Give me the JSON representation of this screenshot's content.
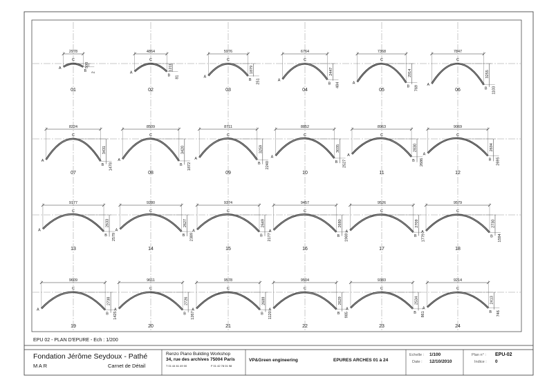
{
  "sheet_caption": "EPU 02 - PLAN D'EPURE - Ech : 1/200",
  "point_labels": {
    "a": "A",
    "b": "B",
    "c": "C"
  },
  "arches": [
    {
      "id": "01",
      "span": "2978",
      "rise": "500",
      "drop": "2"
    },
    {
      "id": "02",
      "span": "4864",
      "rise": "1211",
      "drop": "81"
    },
    {
      "id": "03",
      "span": "5976",
      "rise": "1879",
      "drop": "251"
    },
    {
      "id": "04",
      "span": "6764",
      "rise": "2447",
      "drop": "484"
    },
    {
      "id": "05",
      "span": "7368",
      "rise": "2914",
      "drop": "769"
    },
    {
      "id": "06",
      "span": "7847",
      "rise": "3255",
      "drop": "1103"
    },
    {
      "id": "07",
      "span": "8224",
      "rise": "3431",
      "drop": "1478"
    },
    {
      "id": "08",
      "span": "8509",
      "rise": "3420",
      "drop": "1872"
    },
    {
      "id": "09",
      "span": "8711",
      "rise": "3259",
      "drop": "2240"
    },
    {
      "id": "10",
      "span": "8852",
      "rise": "3035",
      "drop": "2527"
    },
    {
      "id": "11",
      "span": "8963",
      "rise": "2830",
      "drop": "2686"
    },
    {
      "id": "12",
      "span": "9069",
      "rise": "2694",
      "drop": "2695"
    },
    {
      "id": "13",
      "span": "9177",
      "rise": "2633",
      "drop": "2579"
    },
    {
      "id": "14",
      "span": "9280",
      "rise": "2627",
      "drop": "2389"
    },
    {
      "id": "15",
      "span": "9374",
      "rise": "2649",
      "drop": "2177"
    },
    {
      "id": "16",
      "span": "9457",
      "rise": "2680",
      "drop": "1969"
    },
    {
      "id": "17",
      "span": "9526",
      "rise": "2709",
      "drop": "1779"
    },
    {
      "id": "18",
      "span": "9579",
      "rise": "2730",
      "drop": "1594"
    },
    {
      "id": "19",
      "span": "9609",
      "rise": "2738",
      "drop": "1425"
    },
    {
      "id": "20",
      "span": "9611",
      "rise": "2726",
      "drop": "1267"
    },
    {
      "id": "21",
      "span": "9578",
      "rise": "2689",
      "drop": "1120"
    },
    {
      "id": "22",
      "span": "9504",
      "rise": "2629",
      "drop": "985"
    },
    {
      "id": "23",
      "span": "9383",
      "rise": "2534",
      "drop": "861"
    },
    {
      "id": "24",
      "span": "9214",
      "rise": "2413",
      "drop": "746"
    }
  ],
  "title_block": {
    "project_title": "Fondation Jérôme Seydoux - Pathé",
    "client": "M A R",
    "document_type": "Carnet de Détail",
    "architect_name": "Renzo Piano Building Workshop",
    "architect_address": "34, rue des archives 75004 Paris",
    "architect_phone": "T 01 44 61 49 00",
    "architect_fax": "F 01 42 78 01 98",
    "engineer": "VP&Green engineering",
    "drawing_title": "EPURES ARCHES 01 à 24",
    "scale_label": "Echelle :",
    "scale_value": "1/100",
    "date_label": "Date :",
    "date_value": "12/10/2010",
    "plan_label": "Plan n° :",
    "plan_value": "EPU-02",
    "index_label": "Indice :",
    "index_value": "0"
  }
}
